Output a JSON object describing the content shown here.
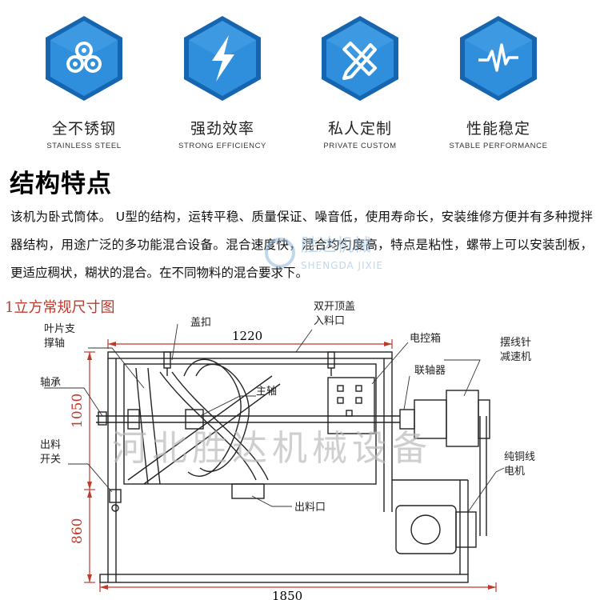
{
  "features": [
    {
      "title": "全不锈钢",
      "subtitle": "STAINLESS STEEL",
      "icon": "pipes-icon"
    },
    {
      "title": "强劲效率",
      "subtitle": "STRONG EFFICIENCY",
      "icon": "lightning-icon"
    },
    {
      "title": "私人定制",
      "subtitle": "PRIVATE CUSTOM",
      "icon": "pencil-ruler-icon"
    },
    {
      "title": "性能稳定",
      "subtitle": "STABLE PERFORMANCE",
      "icon": "pulse-icon"
    }
  ],
  "colors": {
    "hex_dark": "#1565b0",
    "hex_light": "#2f8fdc",
    "dim_red": "#c0392b"
  },
  "section_title": "结构特点",
  "description": "该机为卧式筒体。 U型的结构，运转平稳、质量保证、噪音低，使用寿命长，安装维修方便并有多种搅拌器结构，用途广泛的多功能混合设备。混合速度快，混合均匀度高，特点是粘性，螺带上可以安装刮板，更适应稠状，糊状的混合。在不同物料的混合要求下。",
  "watermark_logo": {
    "cn": "胜达机械",
    "en": "SHENGDA JIXIE"
  },
  "diagram": {
    "title": "1立方常规尺寸图",
    "labels": {
      "blade_support": [
        "叶片支",
        "撑轴"
      ],
      "lid_buckle": "盖扣",
      "double_lid": [
        "双开顶盖",
        "入料口"
      ],
      "control_box": "电控箱",
      "cycloid_reducer": [
        "摆线针",
        "减速机"
      ],
      "coupling": "联轴器",
      "bearing": "轴承",
      "main_shaft": "主轴",
      "discharge_switch": [
        "出料",
        "开关"
      ],
      "discharge_port": "出料口",
      "copper_motor": [
        "纯铜线",
        "电机"
      ]
    },
    "dims": {
      "width_top": "1220",
      "height_upper": "1050",
      "height_lower": "860",
      "width_bottom": "1850"
    },
    "watermark": "河北胜达机械设备"
  }
}
